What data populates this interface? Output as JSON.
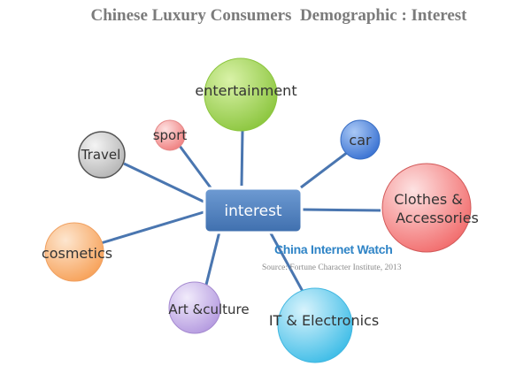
{
  "title": "Chinese Luxury Consumers  Demographic : Interest",
  "center": {
    "label": "interest"
  },
  "nodes": [
    {
      "label": "entertainment",
      "color": "#8cc63f"
    },
    {
      "label": "sport",
      "color": "#f08080"
    },
    {
      "label": "Travel",
      "color": "#bfbfbf"
    },
    {
      "label": "car",
      "color": "#3a78d8"
    },
    {
      "label": "Clothes &",
      "label2": "Accessories",
      "color": "#f26d6d"
    },
    {
      "label": "cosmetics",
      "color": "#f7a25a"
    },
    {
      "label": "Art &culture",
      "color": "#b59be0"
    },
    {
      "label": "IT & Electronics",
      "color": "#4cc4ea"
    }
  ],
  "watermark": "China Internet Watch",
  "source": "Source: Fortune Character Institute, 2013",
  "colors": {
    "connector": "#4a76b0",
    "center_fill": "#4f81bd"
  }
}
